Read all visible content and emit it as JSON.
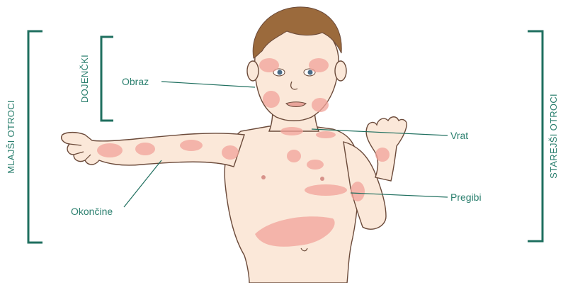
{
  "groups": {
    "younger": "MLAJŠI OTROCI",
    "infants": "DOJENČKI",
    "older": "STAREJŠI OTROCI"
  },
  "labels": {
    "cheek": "Obraz",
    "neck": "Vrat",
    "flexures": "Pregibi",
    "limbs": "Okončine"
  },
  "colors": {
    "accent": "#2a7f6e",
    "bracket": "#1f6f5f",
    "skin": "#fbe8d9",
    "rash": "#f2a39a",
    "hair": "#9b6a3c"
  }
}
